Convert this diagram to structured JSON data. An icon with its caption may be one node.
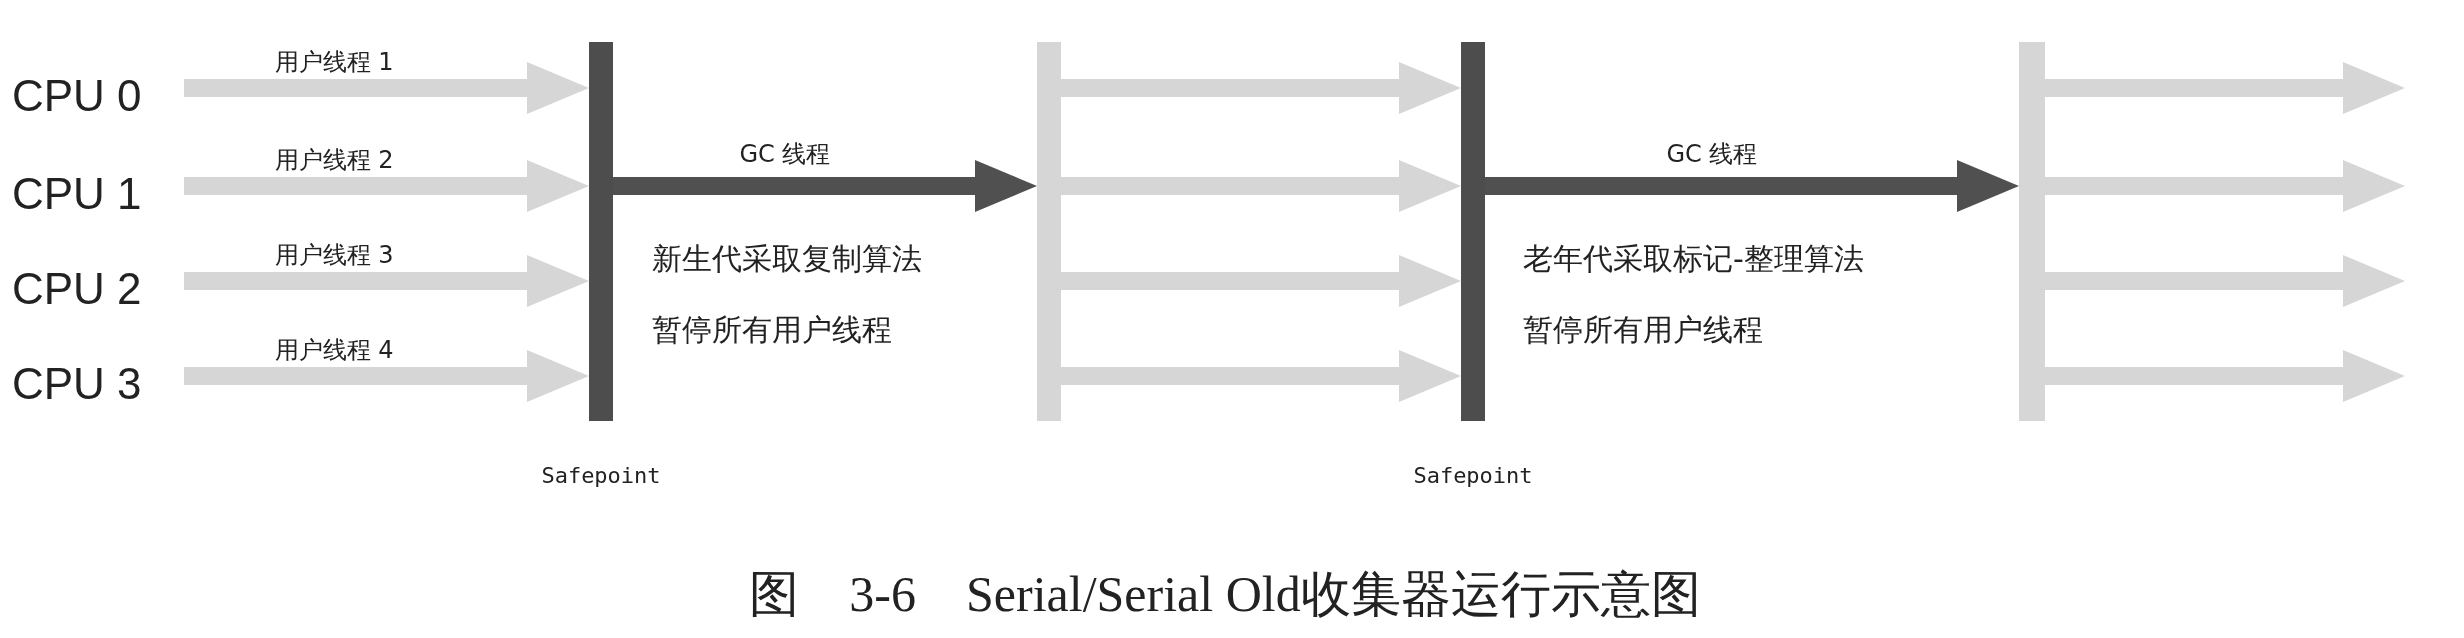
{
  "diagram": {
    "caption": "图　3-6　Serial/Serial Old收集器运行示意图",
    "nodes": [
      {
        "text": [
          "CPU 0"
        ]
      },
      {
        "text": [
          "CPU 1"
        ]
      },
      {
        "text": [
          "CPU 2"
        ]
      },
      {
        "text": [
          "CPU 3"
        ]
      },
      {
        "text": [],
        "shape": "bar",
        "beside": [
          "Safepoint"
        ]
      },
      {
        "text": [],
        "shape": "bar"
      },
      {
        "text": [],
        "shape": "bar",
        "beside": [
          "Safepoint"
        ]
      },
      {
        "text": [],
        "shape": "bar"
      }
    ],
    "edges": [
      {
        "from": 0,
        "to": 4,
        "arrow": "to",
        "label": "用户线程 1"
      },
      {
        "from": 1,
        "to": 4,
        "arrow": "to",
        "label": "用户线程 2"
      },
      {
        "from": 2,
        "to": 4,
        "arrow": "to",
        "label": "用户线程 3"
      },
      {
        "from": 3,
        "to": 4,
        "arrow": "to",
        "label": "用户线程 4"
      },
      {
        "from": 4,
        "to": 5,
        "arrow": "to",
        "label": "GC 线程",
        "color": "#505050"
      },
      {
        "from": 5,
        "to": 6,
        "arrow": "to"
      },
      {
        "from": 5,
        "to": 6,
        "arrow": "to"
      },
      {
        "from": 5,
        "to": 6,
        "arrow": "to"
      },
      {
        "from": 5,
        "to": 6,
        "arrow": "to"
      },
      {
        "from": 6,
        "to": 7,
        "arrow": "to",
        "label": "GC 线程",
        "color": "#505050"
      },
      {
        "from": 7,
        "to": null,
        "arrow": "to"
      },
      {
        "from": 7,
        "to": null,
        "arrow": "to"
      },
      {
        "from": 7,
        "to": null,
        "arrow": "to"
      },
      {
        "from": 7,
        "to": null,
        "arrow": "to"
      }
    ],
    "labels": [
      "新生代采取复制算法",
      "暂停所有用户线程",
      "老年代采取标记-整理算法",
      "暂停所有用户线程"
    ]
  }
}
